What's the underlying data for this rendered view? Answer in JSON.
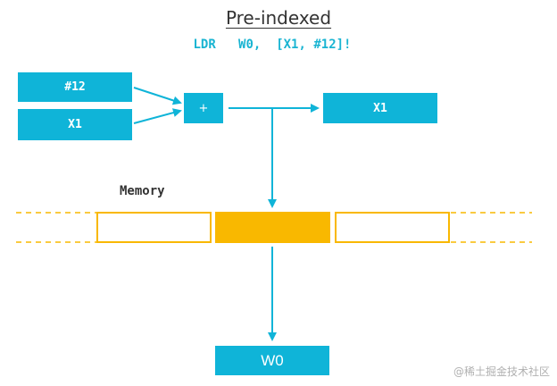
{
  "title": "Pre-indexed",
  "instruction": "LDR   W0,  [X1, #12]!",
  "inputs": {
    "immediate": "#12",
    "base": "X1"
  },
  "operator": "+",
  "writeback": "X1",
  "memory_label": "Memory",
  "destination": "W0",
  "watermark": "@稀土掘金技术社区",
  "colors": {
    "blue": "#0fb4d8",
    "memory": "#f9b800"
  }
}
